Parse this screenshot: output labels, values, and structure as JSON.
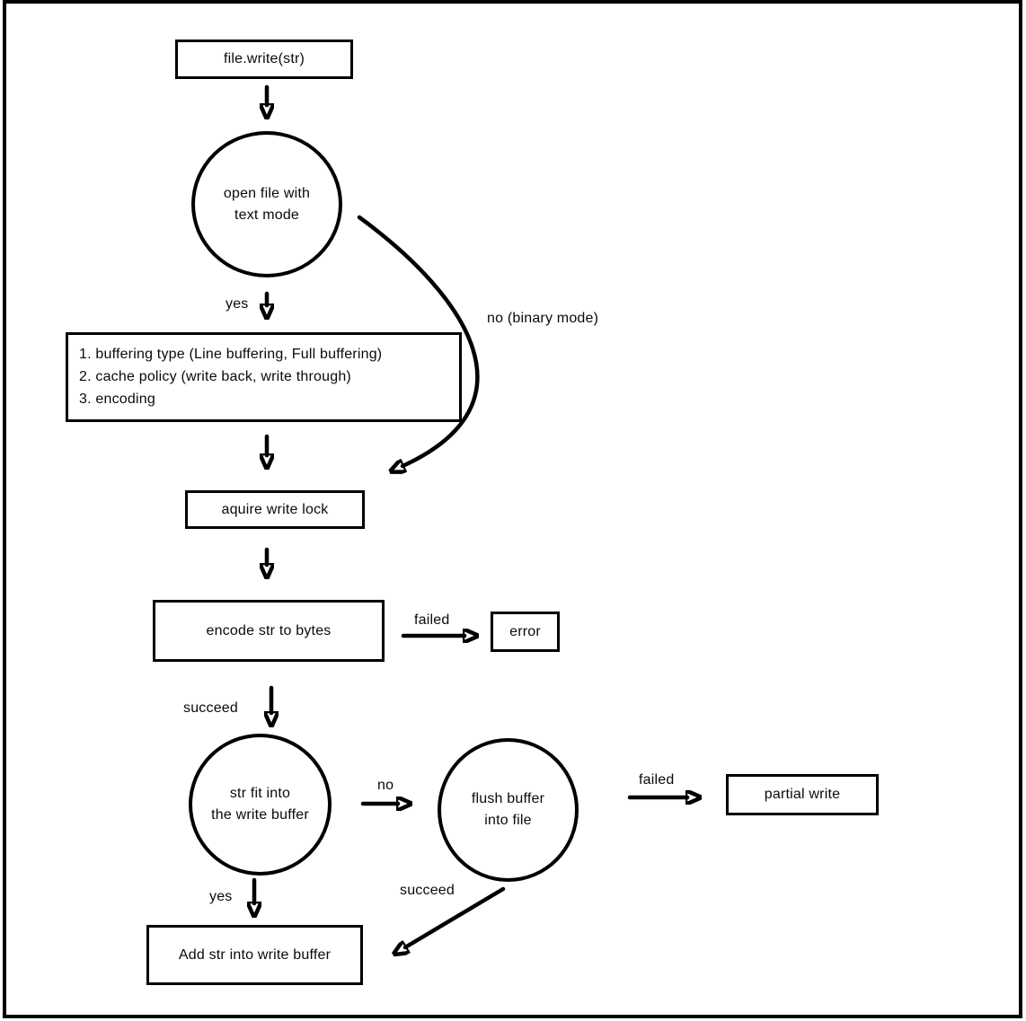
{
  "nodes": {
    "file_write": {
      "label": "file.write(str)"
    },
    "open_file": {
      "lines": [
        "open file with",
        "text mode"
      ]
    },
    "buffering": {
      "lines": [
        "1. buffering type (Line buffering, Full buffering)",
        "2. cache policy (write back, write through)",
        "3. encoding"
      ]
    },
    "aquire_lock": {
      "label": "aquire write lock"
    },
    "encode": {
      "label": "encode str to bytes"
    },
    "error": {
      "label": "error"
    },
    "str_fit": {
      "lines": [
        "str fit into",
        "the write buffer"
      ]
    },
    "flush": {
      "lines": [
        "flush buffer",
        "into file"
      ]
    },
    "partial_write": {
      "label": "partial write"
    },
    "add_str": {
      "label": "Add str into write buffer"
    }
  },
  "edge_labels": {
    "yes_top": "yes",
    "no_binary": "no (binary mode)",
    "failed_encode": "failed",
    "succeed_encode": "succeed",
    "no_fit": "no",
    "failed_flush": "failed",
    "succeed_flush": "succeed",
    "yes_fit": "yes"
  },
  "colors": {
    "stroke": "#000000",
    "background": "#ffffff",
    "text": "#0a0a0a"
  }
}
